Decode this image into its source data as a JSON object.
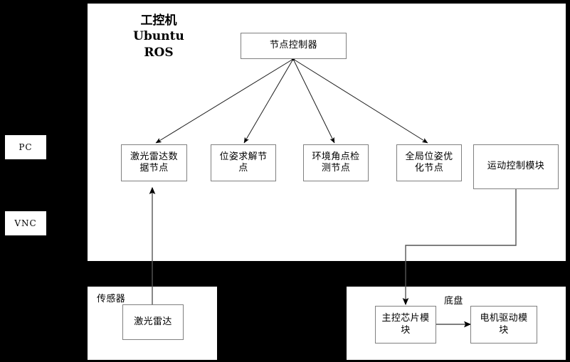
{
  "diagram": {
    "title_lines": [
      "工控机",
      "Ubuntu",
      "ROS"
    ],
    "panels": {
      "industrial_pc": {
        "label": ""
      },
      "sensor": {
        "label": "传感器"
      },
      "chassis": {
        "label": "底盘"
      }
    },
    "side_boxes": [
      {
        "id": "pc",
        "label": "PC"
      },
      {
        "id": "vnc",
        "label": "VNC"
      }
    ],
    "controller": {
      "label": "节点控制器"
    },
    "nodes": [
      {
        "id": "lidar-data-node",
        "label": "激光雷达数据节点"
      },
      {
        "id": "pose-solving-node",
        "label": "位姿求解节点"
      },
      {
        "id": "corner-detection-node",
        "label": "环境角点检测节点"
      },
      {
        "id": "global-pose-optimization-node",
        "label": "全局位姿优化节点"
      }
    ],
    "motion_module": {
      "label": "运动控制模块"
    },
    "sensor_device": {
      "label": "激光雷达"
    },
    "chassis_boxes": [
      {
        "id": "main-chip-module",
        "label": "主控芯片模块"
      },
      {
        "id": "motor-driver-module",
        "label": "电机驱动模块"
      }
    ],
    "colors": {
      "background": "#000000",
      "panel": "#ffffff",
      "box_border": "#808080",
      "wire": "#555555",
      "text": "#000000"
    }
  }
}
